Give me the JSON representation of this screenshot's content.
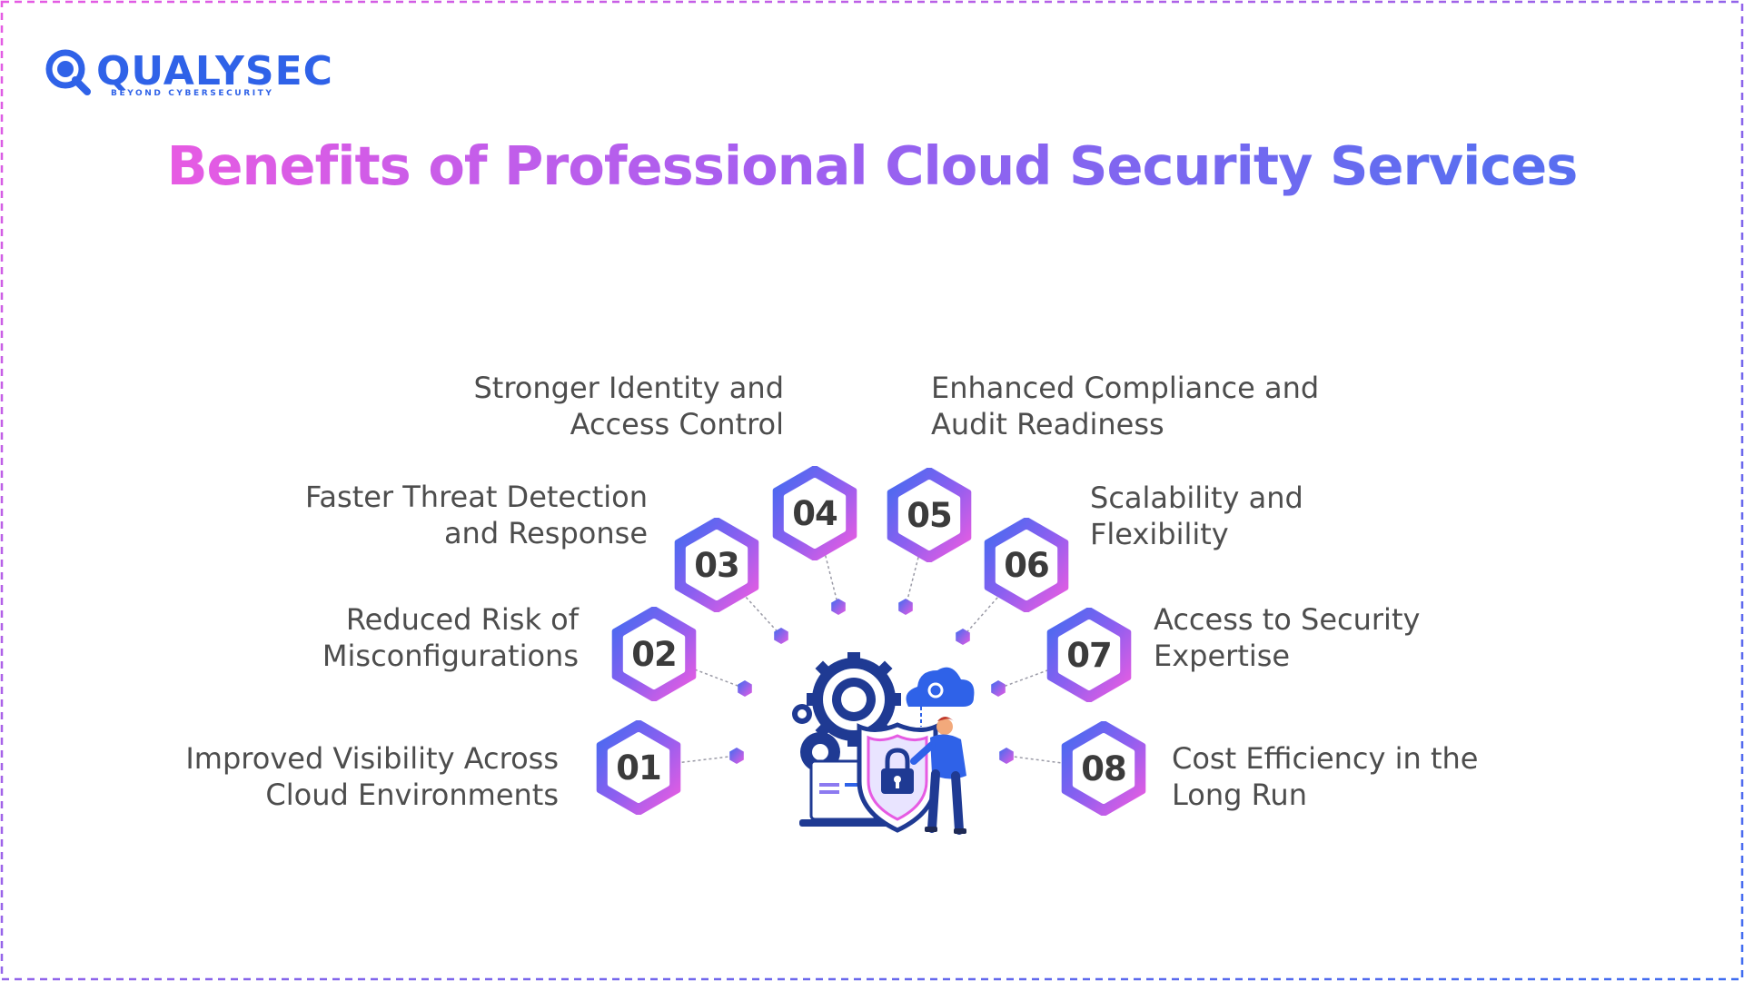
{
  "brand": {
    "name": "QUALYSEC",
    "tagline": "BEYOND CYBERSECURITY",
    "color": "#2f62e8"
  },
  "title": "Benefits of Professional Cloud Security Services",
  "colors": {
    "gradient_pink": "#e65be3",
    "gradient_blue": "#3e6cf0",
    "text": "#4d4d4d",
    "frame_pink": "#e65be3",
    "frame_blue": "#3e6cf0"
  },
  "benefits": [
    {
      "number": "01",
      "lines": [
        "Improved Visibility Across",
        "Cloud Environments"
      ]
    },
    {
      "number": "02",
      "lines": [
        "Reduced Risk of",
        "Misconfigurations"
      ]
    },
    {
      "number": "03",
      "lines": [
        "Faster Threat Detection",
        "and Response"
      ]
    },
    {
      "number": "04",
      "lines": [
        "Stronger Identity and",
        "Access Control"
      ]
    },
    {
      "number": "05",
      "lines": [
        "Enhanced Compliance and",
        "Audit Readiness"
      ]
    },
    {
      "number": "06",
      "lines": [
        "Scalability and",
        "Flexibility"
      ]
    },
    {
      "number": "07",
      "lines": [
        "Access to Security",
        "Expertise"
      ]
    },
    {
      "number": "08",
      "lines": [
        "Cost Efficiency in the",
        "Long Run"
      ]
    }
  ],
  "illustration": {
    "icons": [
      "gear-icon",
      "cloud-icon",
      "shield-lock-icon",
      "laptop-icon",
      "person-icon"
    ]
  }
}
